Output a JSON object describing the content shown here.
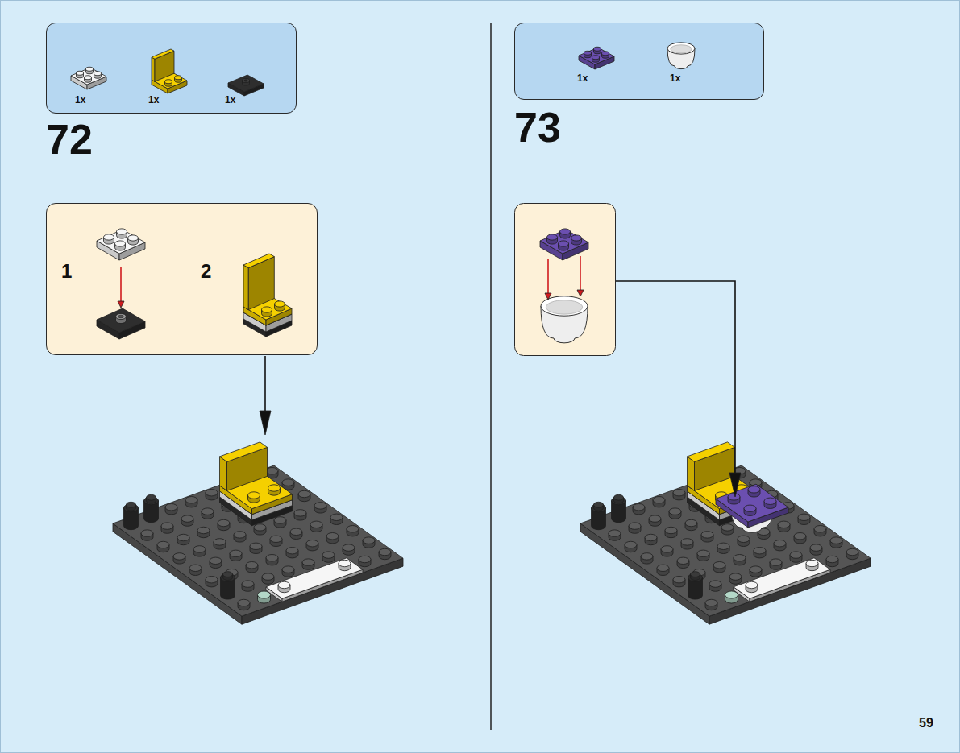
{
  "diagram": {
    "nodes": [
      {
        "text": [
          "1x",
          "1x",
          "1x"
        ]
      },
      {
        "text": [
          "1",
          "2"
        ]
      },
      {
        "text": [
          "1x",
          "1x"
        ]
      }
    ],
    "labels": [
      "72",
      "73",
      "59"
    ]
  }
}
